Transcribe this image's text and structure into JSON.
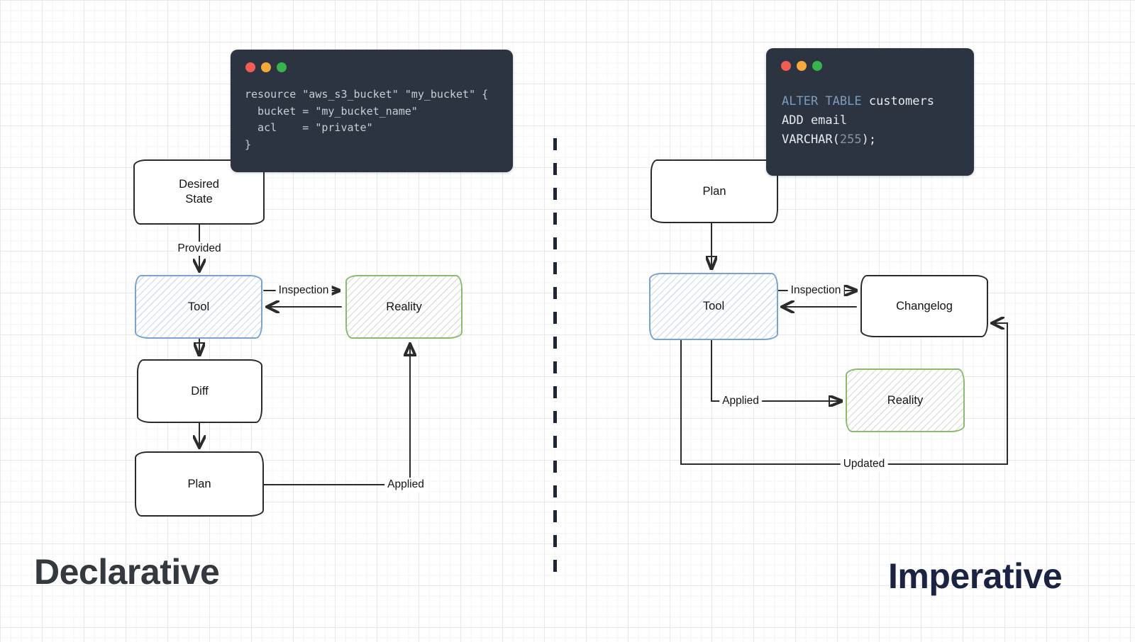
{
  "headings": {
    "left": "Declarative",
    "right": "Imperative"
  },
  "code_windows": {
    "terraform": {
      "lines": [
        [
          {
            "t": "resource \"aws_s3_bucket\" \"my_bucket\" {",
            "c": "plain"
          }
        ],
        [
          {
            "t": "  bucket = \"my_bucket_name\"",
            "c": "plain"
          }
        ],
        [
          {
            "t": "  acl    = \"private\"",
            "c": "plain"
          }
        ],
        [
          {
            "t": "}",
            "c": "plain"
          }
        ]
      ]
    },
    "sql": {
      "lines": [
        [
          {
            "t": "ALTER TABLE",
            "c": "kw"
          },
          {
            "t": " customers",
            "c": "bright"
          }
        ],
        [
          {
            "t": "ADD email",
            "c": "bright"
          }
        ],
        [
          {
            "t": "VARCHAR(",
            "c": "bright"
          },
          {
            "t": "255",
            "c": "num"
          },
          {
            "t": ");",
            "c": "bright"
          }
        ]
      ]
    }
  },
  "diagram_left": {
    "boxes": {
      "desired_state": "Desired State",
      "tool": "Tool",
      "reality": "Reality",
      "diff": "Diff",
      "plan": "Plan"
    },
    "edge_labels": {
      "provided": "Provided",
      "inspection": "Inspection",
      "applied": "Applied"
    }
  },
  "diagram_right": {
    "boxes": {
      "plan": "Plan",
      "tool": "Tool",
      "changelog": "Changelog",
      "reality": "Reality"
    },
    "edge_labels": {
      "inspection": "Inspection",
      "applied": "Applied",
      "updated": "Updated"
    }
  },
  "colors": {
    "window_bg": "#2b3440",
    "dot_red": "#ee5f52",
    "dot_yellow": "#f5a93b",
    "dot_green": "#37b24d",
    "code_plain": "#c7ced6",
    "code_keyword": "#7e9cb9",
    "code_bright": "#e9ebee",
    "code_number": "#8a939e",
    "box_blue_border": "#7aa2d2",
    "box_green_border": "#8abb70",
    "arrow_stroke": "#2b2b2b",
    "divider": "#1c2637",
    "heading_left": "#33393e",
    "heading_right": "#1a2342"
  }
}
